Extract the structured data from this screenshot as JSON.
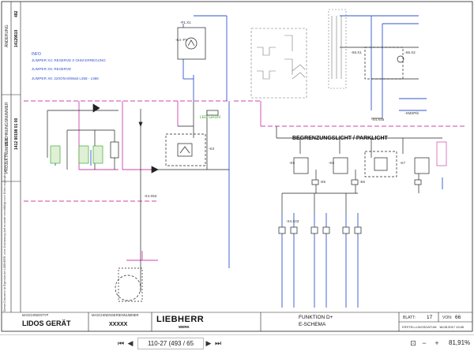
{
  "info_block": {
    "title": "INFO",
    "line1": "JUMPER X4: RESERVE 0 OHM ERREGUNG",
    "line2": "JUMPER X5: RESERVE",
    "line3": "JUMPER X6: 220Ohm/8Watt L358 - L586"
  },
  "left_strip": {
    "aenderung": "ÄNDERUNG",
    "code1": "14129610",
    "code1b": "482",
    "zeichnungsnummer": "ZEICHNUNGSNUMMER",
    "code2": "1412 90198 01 00",
    "projektnummer": "PROJEKTNUMMER",
    "notice": "Dieses Dokument ist Eigentum der LIEBHERR; ohne Zustimmung darf es weder vervielfältigt noch Dritten zugänglich gemacht werden."
  },
  "section_heading": "BEGRENZUNGSLICHT / PARKLICHT",
  "led_label": "LED GRÜN",
  "refs": [
    "-K4 -P1",
    "-P1.X1",
    "-S6.X1",
    "-S6.X2",
    "-K3",
    "-X4.X53",
    "-K5",
    "-K6",
    "-K7",
    "-E5",
    "-E6",
    "-X4.X45",
    "-X4.X43",
    "-XMSPIb"
  ],
  "title_block": {
    "maschinentyp_label": "MASCHINENTYP",
    "maschinentyp": "LIDOS GERÄT",
    "seriennummer_label": "MASCHINENSERIENNUMMER",
    "seriennummer": "XXXXX",
    "brand": "LIEBHERR",
    "brand_sub": "WERK",
    "funktion": "FUNKTION D+",
    "schema": "E-SCHEMA",
    "blatt_label": "BLATT:",
    "blatt": "17",
    "von_label": "VON:",
    "von": "66",
    "erstellung_label": "ERSTELLUNGSDATUM:",
    "erstellung": "18.05.2017 13:40"
  },
  "viewer": {
    "page_field": "110-27 (493 / 65",
    "zoom": "81,91%"
  },
  "colors": {
    "magenta": "#cc44aa",
    "blue": "#3355cc",
    "green": "#44aa33",
    "red": "#cc3333",
    "line": "#222222"
  }
}
